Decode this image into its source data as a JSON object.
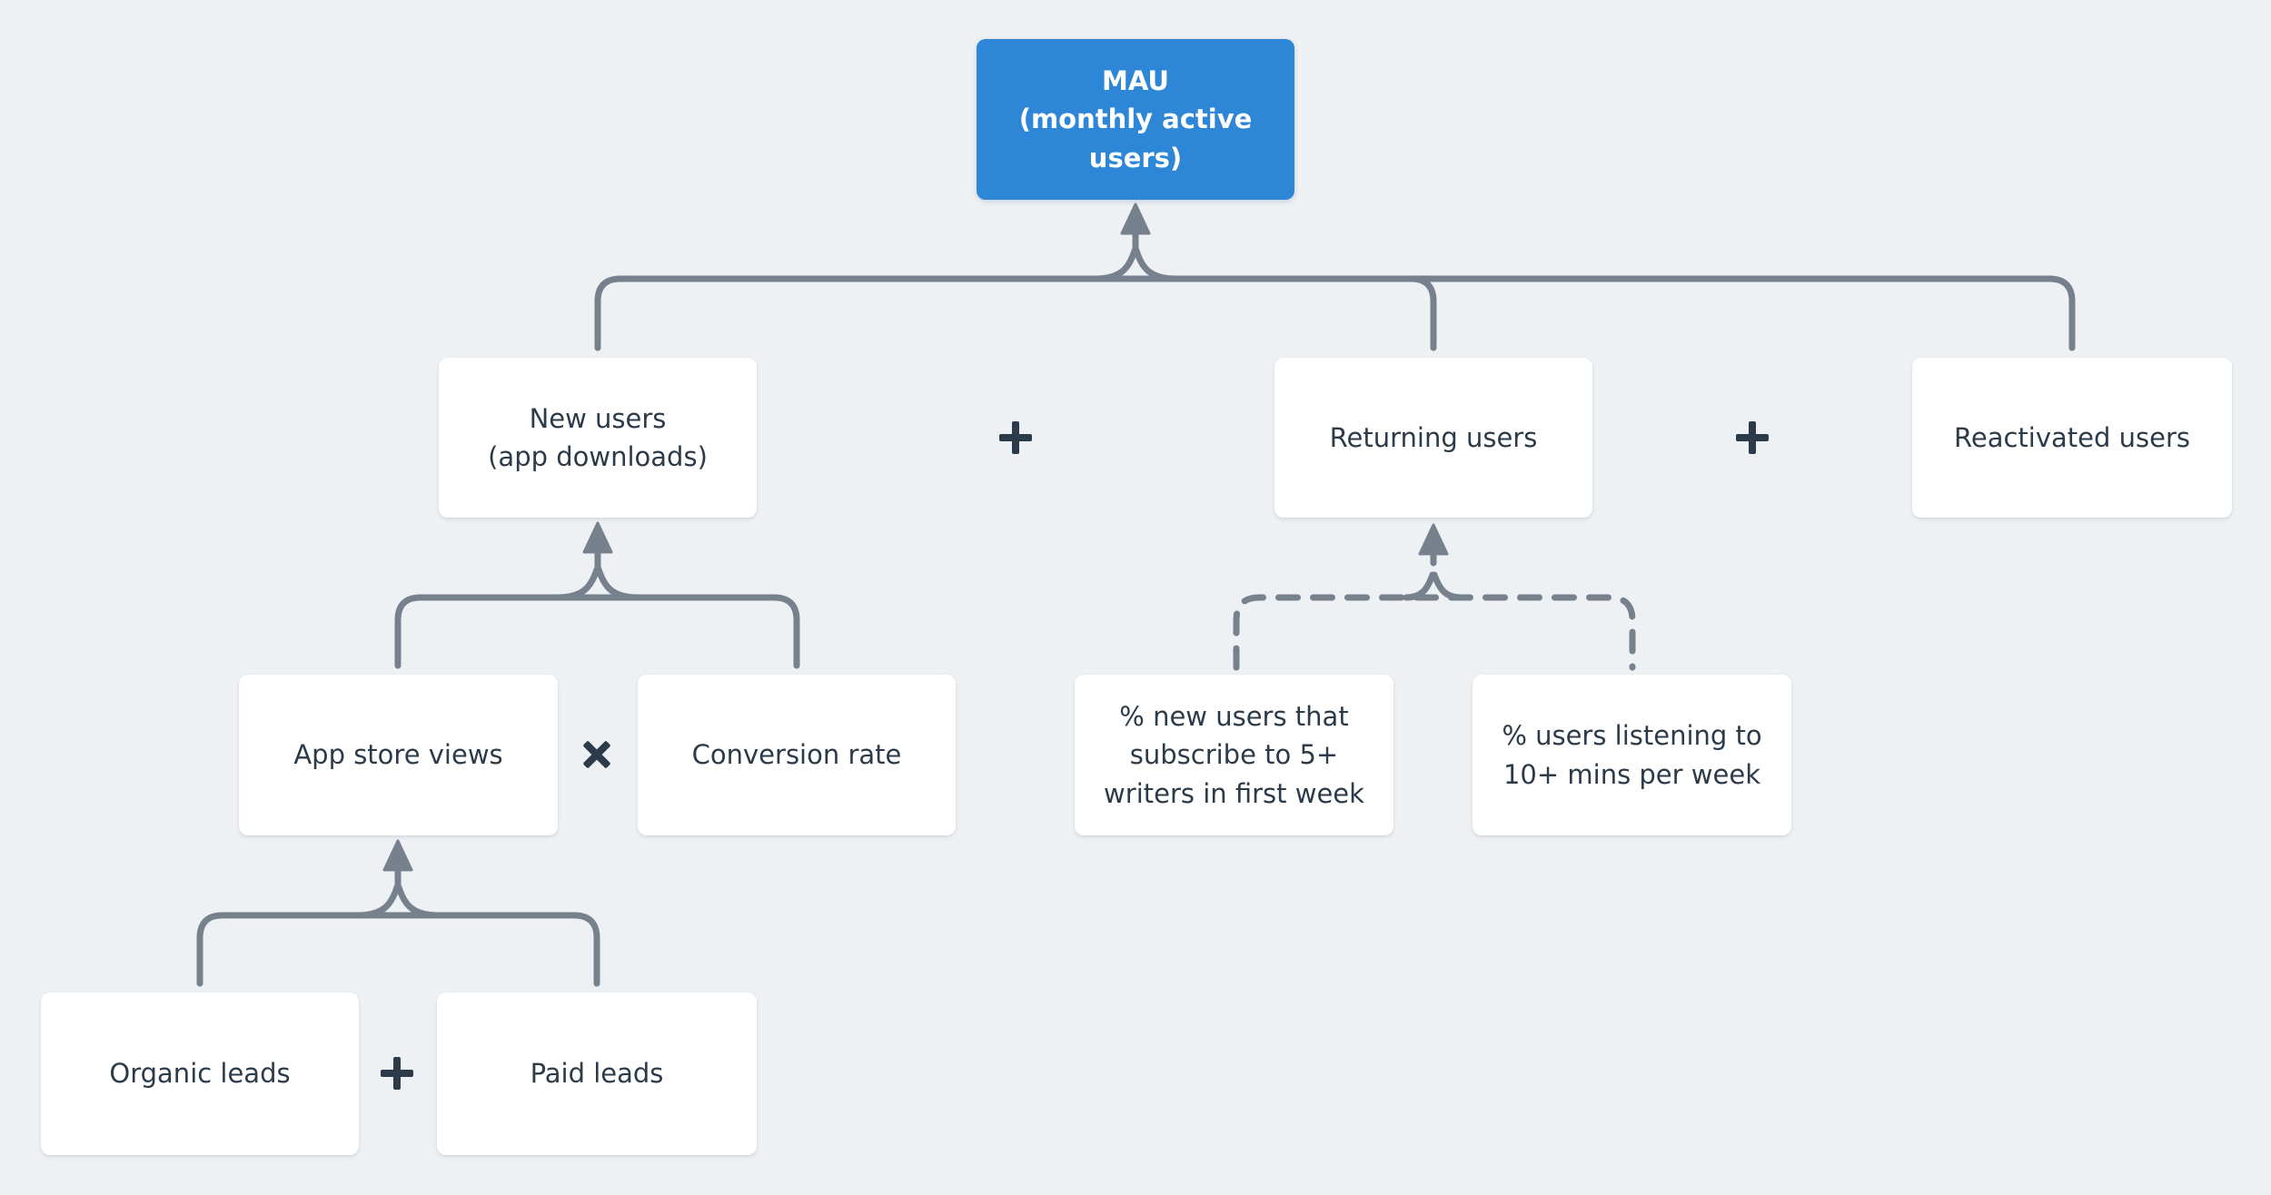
{
  "diagram": {
    "background_color": "#eef1f4",
    "connector_color": "#76818d",
    "node_text_color": "#2c3b49",
    "root_node_color": "#2e87d6",
    "root_node_text_color": "#ffffff",
    "nodes": {
      "mau": {
        "label": "MAU\n(monthly active\nusers)"
      },
      "new_users": {
        "label": "New users\n(app downloads)"
      },
      "returning_users": {
        "label": "Returning users"
      },
      "reactivated_users": {
        "label": "Reactivated users"
      },
      "app_store_views": {
        "label": "App store views"
      },
      "conversion_rate": {
        "label": "Conversion rate"
      },
      "pct_subscribe_writers": {
        "label": "% new users that\nsubscribe to 5+\nwriters in first week"
      },
      "pct_listening_mins": {
        "label": "% users listening to\n10+ mins per week"
      },
      "organic_leads": {
        "label": "Organic leads"
      },
      "paid_leads": {
        "label": "Paid leads"
      }
    },
    "operators": {
      "new_plus_returning": "+",
      "returning_plus_reactivated": "+",
      "views_times_conversion": "×",
      "organic_plus_paid": "+"
    },
    "edges": [
      {
        "from": [
          "new_users",
          "returning_users",
          "reactivated_users"
        ],
        "to": "mau",
        "style": "solid"
      },
      {
        "from": [
          "app_store_views",
          "conversion_rate"
        ],
        "to": "new_users",
        "style": "solid"
      },
      {
        "from": [
          "pct_subscribe_writers",
          "pct_listening_mins"
        ],
        "to": "returning_users",
        "style": "dashed"
      },
      {
        "from": [
          "organic_leads",
          "paid_leads"
        ],
        "to": "app_store_views",
        "style": "solid"
      }
    ]
  }
}
